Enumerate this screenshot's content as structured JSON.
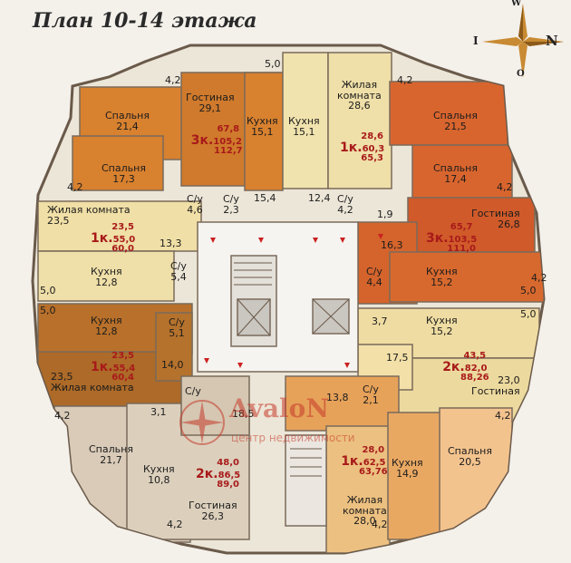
{
  "title": "План 10-14 этажа",
  "compass": {
    "n": "N",
    "w": "W",
    "s": "O",
    "e": "I"
  },
  "watermark": {
    "brand": "AvaloN",
    "sub": "центр недвижимости"
  },
  "rooms": [
    {
      "id": "gostinaya-top",
      "name": "Гостиная",
      "area": "29,1"
    },
    {
      "id": "kuhnya-top-l",
      "name": "Кухня",
      "area": "15,1"
    },
    {
      "id": "kuhnya-top-r",
      "name": "Кухня",
      "area": "15,1"
    },
    {
      "id": "zhilaya-top",
      "name": "Жилая комната",
      "area": "28,6"
    },
    {
      "id": "spalnya-tl1",
      "name": "Спальня",
      "area": "21,4"
    },
    {
      "id": "spalnya-tl2",
      "name": "Спальня",
      "area": "17,3"
    },
    {
      "id": "spalnya-tr1",
      "name": "Спальня",
      "area": "21,5"
    },
    {
      "id": "spalnya-tr2",
      "name": "Спальня",
      "area": "17,4"
    },
    {
      "id": "gostinaya-r",
      "name": "Гостиная",
      "area": "26,8"
    },
    {
      "id": "zhilaya-l",
      "name": "Жилая комната",
      "area": "23,5"
    },
    {
      "id": "kuhnya-l1",
      "name": "Кухня",
      "area": "12,8"
    },
    {
      "id": "kuhnya-l2",
      "name": "Кухня",
      "area": "12,8"
    },
    {
      "id": "zhilaya-l2",
      "name": "Жилая комната",
      "area": "23,5"
    },
    {
      "id": "kuhnya-r1",
      "name": "Кухня",
      "area": "15,2"
    },
    {
      "id": "kuhnya-r2",
      "name": "Кухня",
      "area": "15,2"
    },
    {
      "id": "gostinaya-r2",
      "name": "Гостиная",
      "area": "23,0"
    },
    {
      "id": "spalnya-bl",
      "name": "Спальня",
      "area": "21,7"
    },
    {
      "id": "kuhnya-bl",
      "name": "Кухня",
      "area": "10,8"
    },
    {
      "id": "gostinaya-b",
      "name": "Гостиная",
      "area": "26,3"
    },
    {
      "id": "kuhnya-br",
      "name": "Кухня",
      "area": "14,9"
    },
    {
      "id": "zhilaya-b",
      "name": "Жилая комната",
      "area": "28,0"
    },
    {
      "id": "spalnya-br",
      "name": "Спальня",
      "area": "20,5"
    }
  ],
  "bathrooms": {
    "label": "С/у",
    "areas": [
      "4,6",
      "2,3",
      "4,2",
      "5,4",
      "5,1",
      "4,4",
      "2,1"
    ]
  },
  "small_areas": [
    "4,2",
    "5,0",
    "4,2",
    "4,2",
    "4,2",
    "4,2",
    "5,0",
    "5,0",
    "5,0",
    "5,0",
    "4,2",
    "4,2",
    "4,2",
    "4,2",
    "15,4",
    "12,4",
    "1,9",
    "13,3",
    "16,3",
    "3,7",
    "14,0",
    "17,5",
    "3,1",
    "18,5",
    "13,8"
  ],
  "apartments": [
    {
      "id": "3k-top",
      "type": "3к.",
      "living": "67,8",
      "total": "105,2",
      "total_b": "112,7"
    },
    {
      "id": "1k-top",
      "type": "1к.",
      "living": "28,6",
      "total": "60,3",
      "total_b": "65,3"
    },
    {
      "id": "3k-right",
      "type": "3к.",
      "living": "65,7",
      "total": "103,5",
      "total_b": "111,0"
    },
    {
      "id": "1k-left",
      "type": "1к.",
      "living": "23,5",
      "total": "55,0",
      "total_b": "60,0"
    },
    {
      "id": "1k-left2",
      "type": "1к.",
      "living": "23,5",
      "total": "55,4",
      "total_b": "60,4"
    },
    {
      "id": "2k-right",
      "type": "2к.",
      "living": "43,5",
      "total": "82,0",
      "total_b": "88,26"
    },
    {
      "id": "2k-bottom",
      "type": "2к.",
      "living": "48,0",
      "total": "86,5",
      "total_b": "89,0"
    },
    {
      "id": "1k-bottom",
      "type": "1к.",
      "living": "28,0",
      "total": "62,5",
      "total_b": "63,76"
    }
  ],
  "colors": {
    "apt_label": "#a81a1a",
    "orange": "#d8812f",
    "brown": "#b8702a",
    "rust": "#d05a2a",
    "light": "#efdfa8",
    "beige": "#d9cbb8",
    "peach": "#f3c38e"
  }
}
